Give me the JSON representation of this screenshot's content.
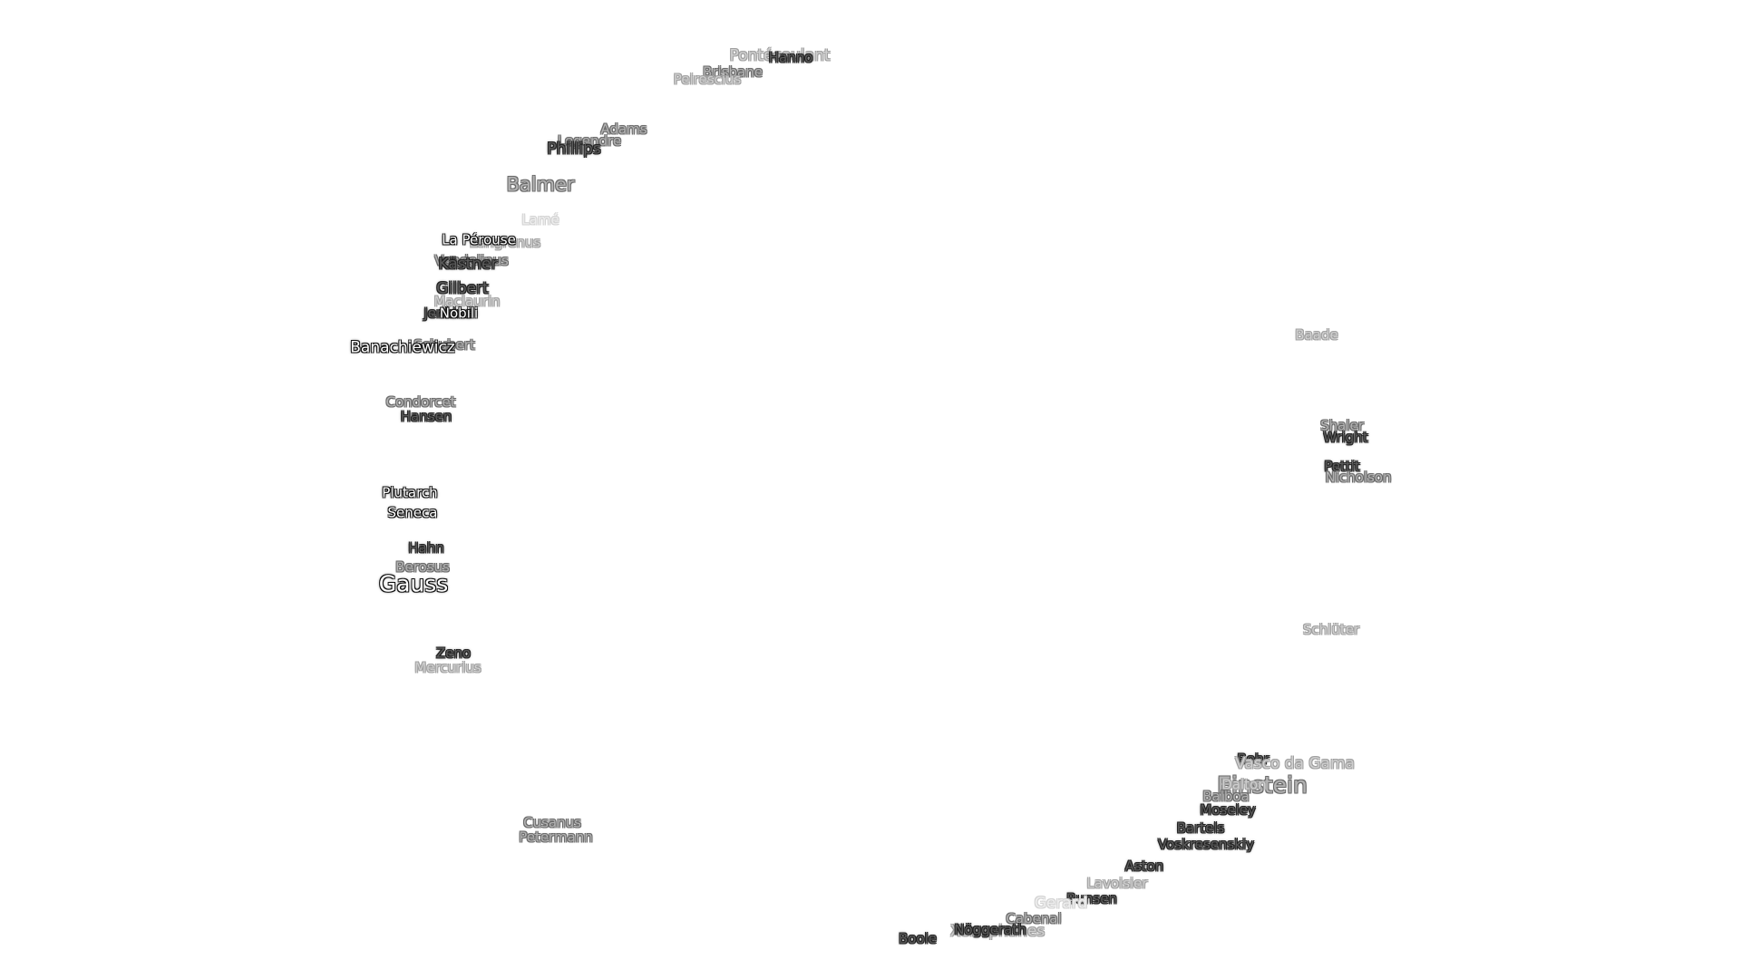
{
  "labels": [
    {
      "text": "Pontécoulant",
      "level": 4
    },
    {
      "text": "Hanno",
      "level": 2
    },
    {
      "text": "Brisbane",
      "level": 3
    },
    {
      "text": "Peirescius",
      "level": 4
    },
    {
      "text": "Adams",
      "level": 3
    },
    {
      "text": "Legendre",
      "level": 3
    },
    {
      "text": "Phillips",
      "level": 2
    },
    {
      "text": "Balmer",
      "level": 3
    },
    {
      "text": "Lamé",
      "level": 5
    },
    {
      "text": "Langrenus",
      "level": 4
    },
    {
      "text": "La Pérouse",
      "level": 1
    },
    {
      "text": "Vendelinus",
      "level": 3
    },
    {
      "text": "Kästner",
      "level": 2
    },
    {
      "text": "Gilbert",
      "level": 2
    },
    {
      "text": "Maclaurin",
      "level": 4
    },
    {
      "text": "Jenkins",
      "level": 2
    },
    {
      "text": "Nobili",
      "level": 1
    },
    {
      "text": "Schubert",
      "level": 3
    },
    {
      "text": "Banachiewicz",
      "level": 1
    },
    {
      "text": "Condorcet",
      "level": 3
    },
    {
      "text": "Hansen",
      "level": 2
    },
    {
      "text": "Plutarch",
      "level": 1
    },
    {
      "text": "Seneca",
      "level": 1
    },
    {
      "text": "Hahn",
      "level": 2
    },
    {
      "text": "Berosus",
      "level": 3
    },
    {
      "text": "Gauss",
      "level": 1
    },
    {
      "text": "Zeno",
      "level": 2
    },
    {
      "text": "Mercurius",
      "level": 4
    },
    {
      "text": "Cusanus",
      "level": 3
    },
    {
      "text": "Petermann",
      "level": 3
    },
    {
      "text": "Baade",
      "level": 4
    },
    {
      "text": "Shaler",
      "level": 3
    },
    {
      "text": "Wright",
      "level": 2
    },
    {
      "text": "Pettit",
      "level": 2
    },
    {
      "text": "Nicholson",
      "level": 3
    },
    {
      "text": "Schlüter",
      "level": 4
    },
    {
      "text": "Bohr",
      "level": 2
    },
    {
      "text": "Vasco da Gama",
      "level": 4
    },
    {
      "text": "Einstein",
      "level": 3
    },
    {
      "text": "Dalton",
      "level": 4
    },
    {
      "text": "Balboa",
      "level": 3
    },
    {
      "text": "Moseley",
      "level": 2
    },
    {
      "text": "Bartels",
      "level": 2
    },
    {
      "text": "Voskresenskiy",
      "level": 2
    },
    {
      "text": "Lavoisier",
      "level": 4
    },
    {
      "text": "Aston",
      "level": 2
    },
    {
      "text": "Bunsen",
      "level": 2
    },
    {
      "text": "Gerard",
      "level": 5
    },
    {
      "text": "Cabenal",
      "level": 3
    },
    {
      "text": "Xenophanes",
      "level": 4
    },
    {
      "text": "Nöggerath",
      "level": 2
    },
    {
      "text": "Boole",
      "level": 2
    }
  ]
}
